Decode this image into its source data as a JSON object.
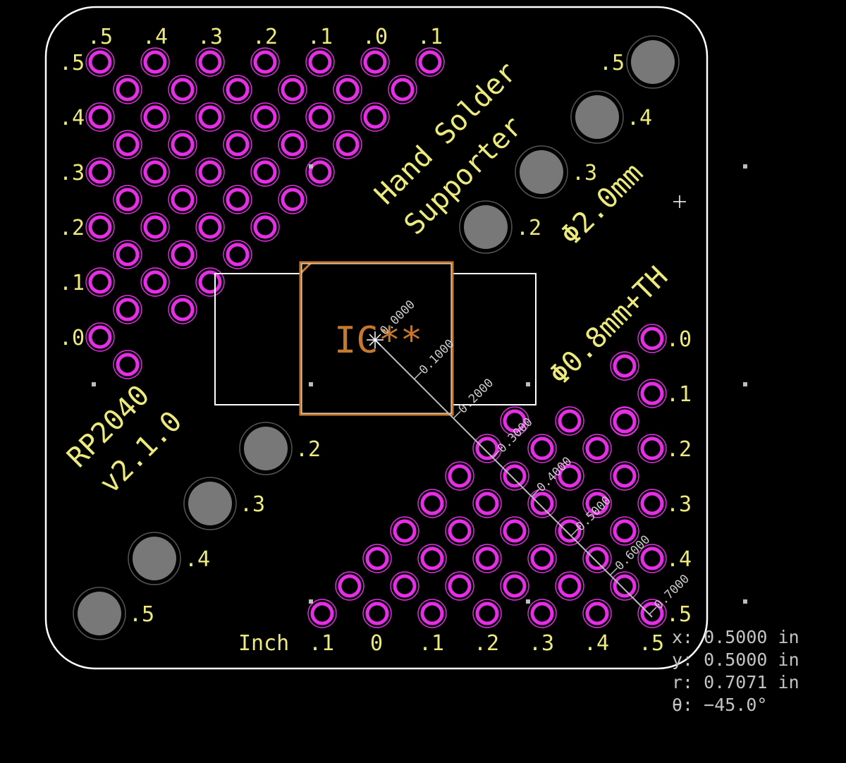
{
  "board": {
    "title_lines": [
      "Hand Solder",
      "Supporter"
    ],
    "board_name": "RP2040",
    "version": "v2.1.0",
    "large_hole_label": "Φ2.0mm",
    "small_hole_label": "Φ0.8mm+TH",
    "footprint_ref": "IC**",
    "unit_label": "Inch"
  },
  "labels": {
    "top_x": [
      ".5",
      ".4",
      ".3",
      ".2",
      ".1",
      ".0",
      ".1"
    ],
    "left_y": [
      ".5",
      ".4",
      ".3",
      ".2",
      ".1",
      ".0"
    ],
    "bottom_x": [
      ".1",
      "0",
      ".1",
      ".2",
      ".3",
      ".4",
      ".5"
    ],
    "right_y": [
      ".0",
      ".1",
      ".2",
      ".3",
      ".4",
      ".5"
    ],
    "big_tr": [
      ".5",
      ".4",
      ".3",
      ".2"
    ],
    "big_bl": [
      ".2",
      ".3",
      ".4",
      ".5"
    ]
  },
  "measure": {
    "ticks": [
      "0.0000",
      "0.1000",
      "0.2000",
      "0.3000",
      "0.4000",
      "0.5000",
      "0.6000",
      "0.7000"
    ]
  },
  "readout": {
    "x": "x:  0.5000  in",
    "y": "y:  0.5000  in",
    "r": "r:  0.7071  in",
    "theta": "θ:  −45.0°"
  },
  "colors": {
    "pad": "#e62ee6",
    "silkscreen": "#ecea7c",
    "fab": "#c8782a",
    "edge": "#ffffff",
    "hole": "#787878"
  }
}
